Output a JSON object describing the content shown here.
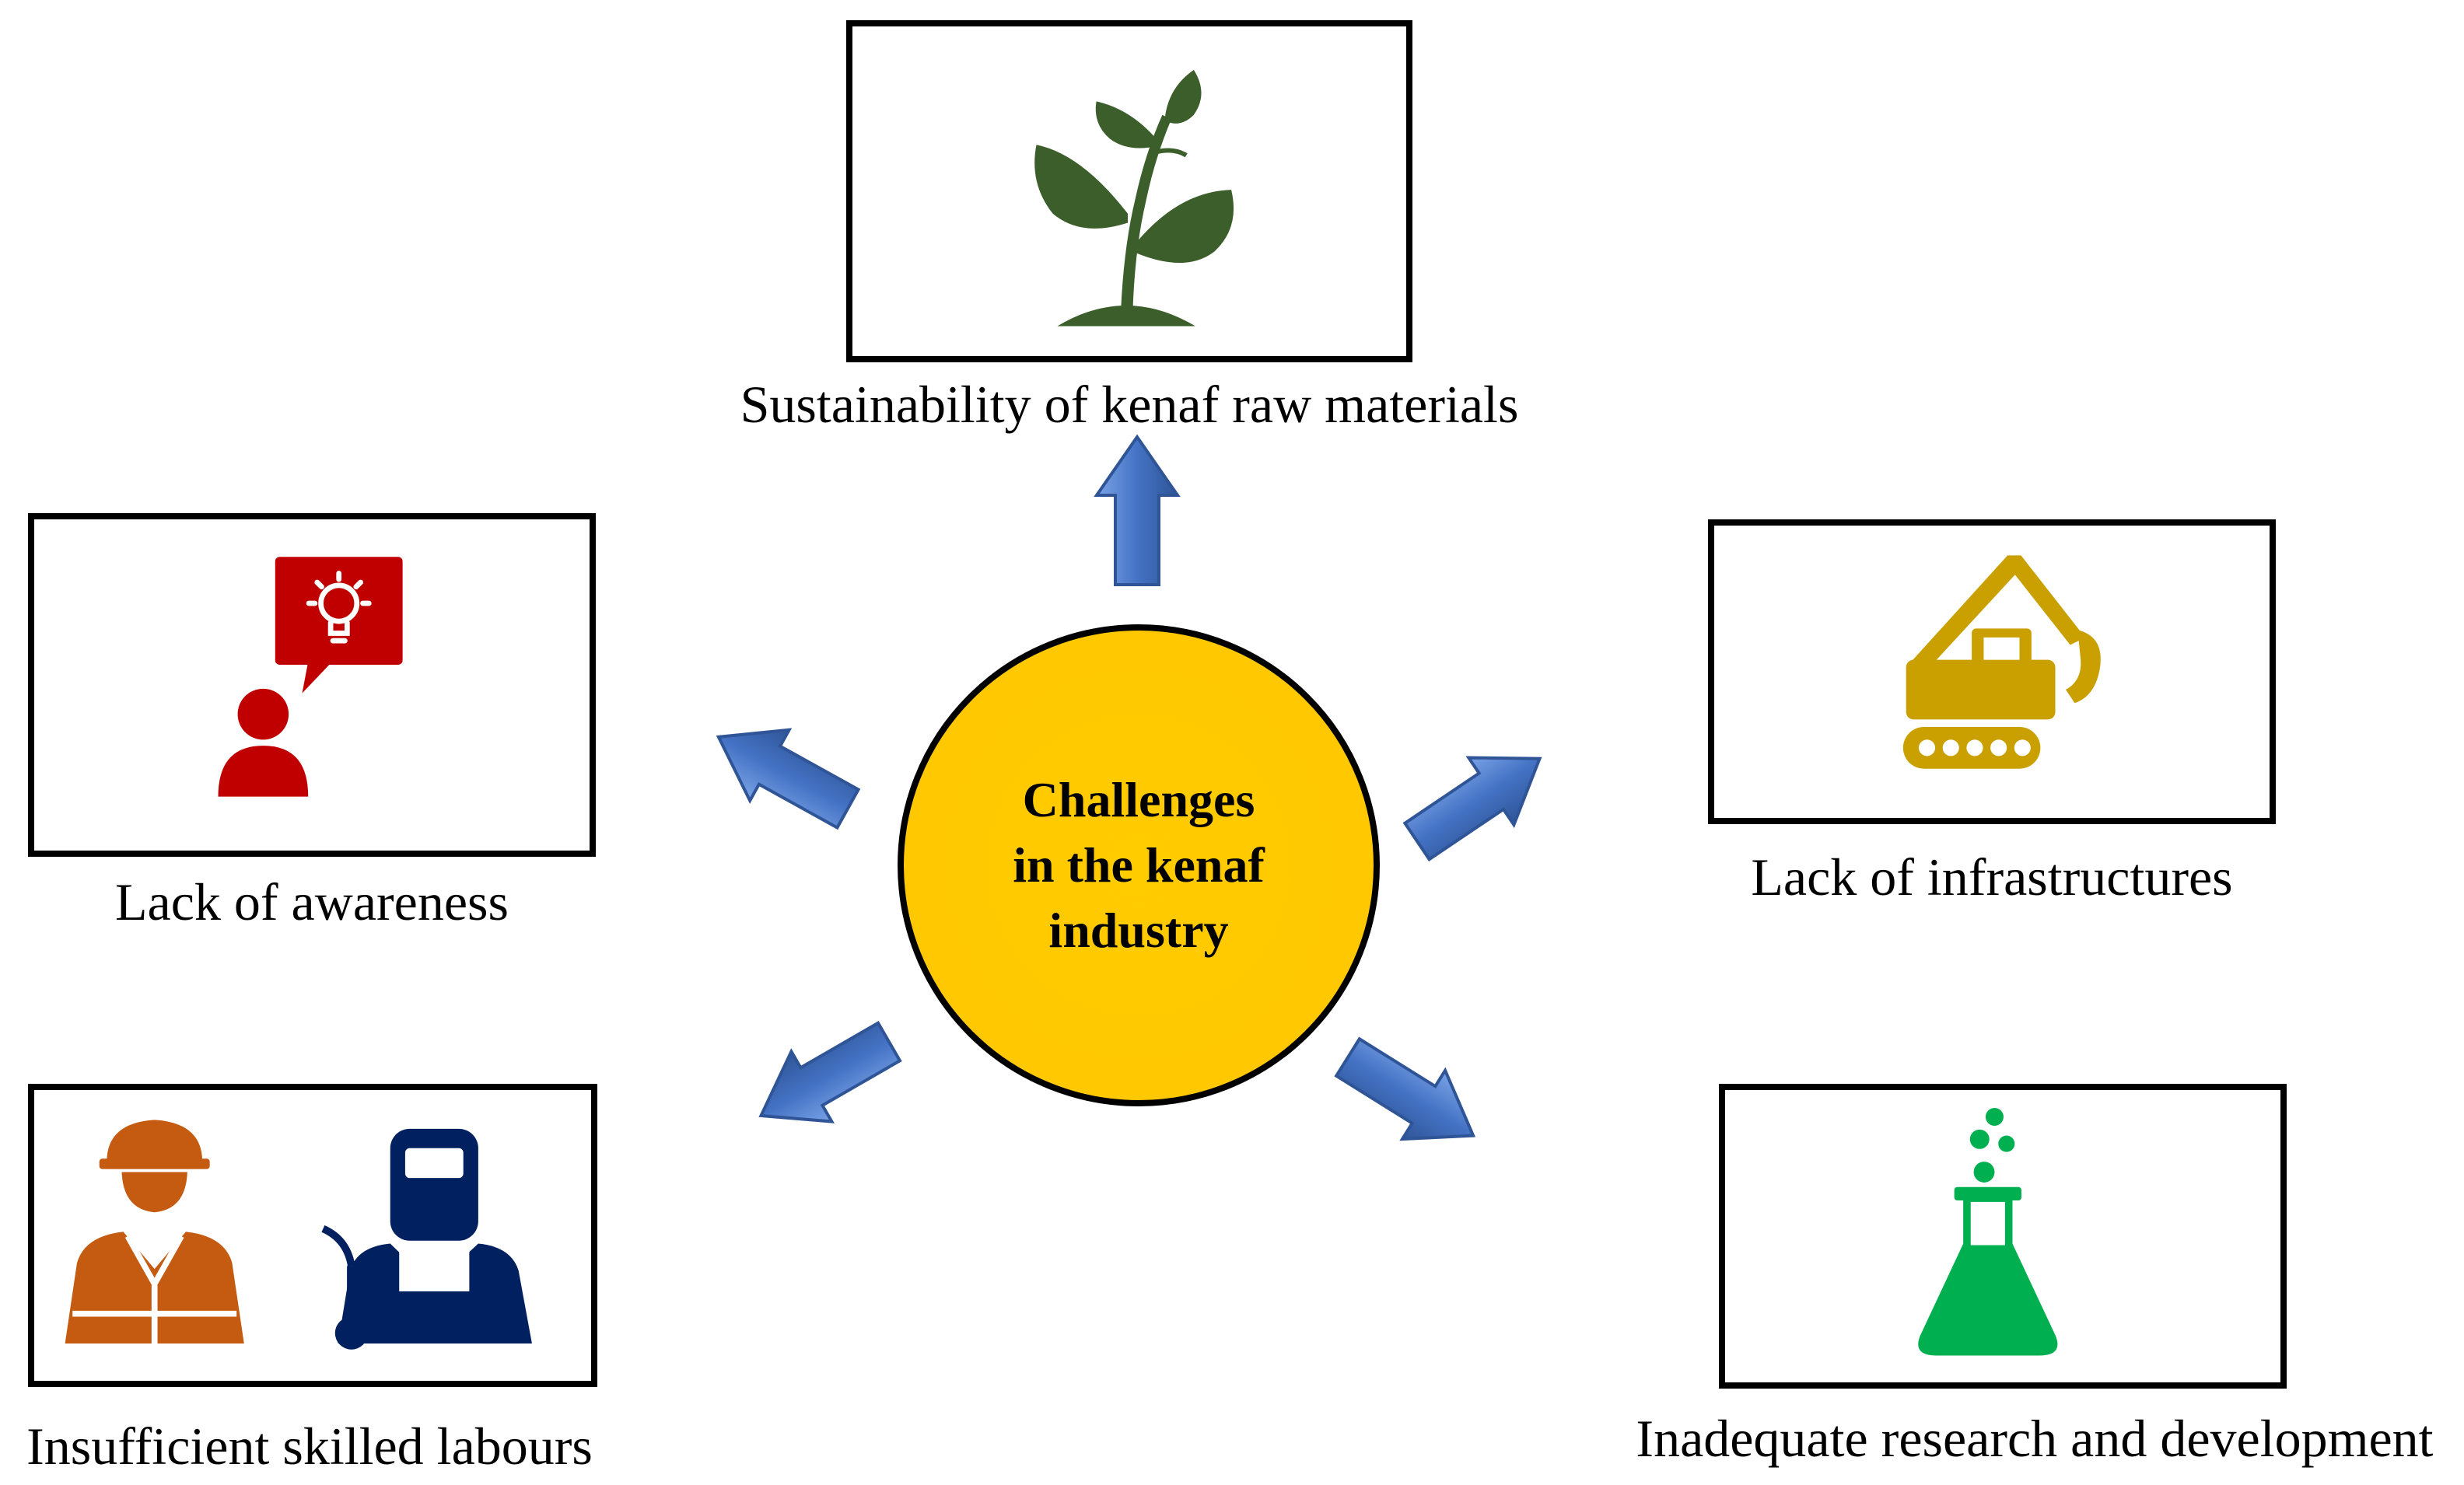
{
  "center": {
    "title": "Challenges\nin the kenaf\nindustry"
  },
  "challenges": [
    {
      "label": "Sustainability of kenaf raw materials",
      "icon": "plant-icon",
      "color": "#3b5e2b"
    },
    {
      "label": "Lack of awareness",
      "icon": "person-idea-icon",
      "color": "#c00000"
    },
    {
      "label": "Lack of infrastructures",
      "icon": "excavator-icon",
      "color": "#c9a000"
    },
    {
      "label": "Insufficient skilled labours",
      "icon": "workers-icon",
      "colors": [
        "#c55a11",
        "#002060"
      ]
    },
    {
      "label": "Inadequate research and development",
      "icon": "flask-icon",
      "color": "#00b050"
    }
  ],
  "colors": {
    "arrow": "#4472c4",
    "hub": "#ffc800",
    "border": "#000000"
  }
}
